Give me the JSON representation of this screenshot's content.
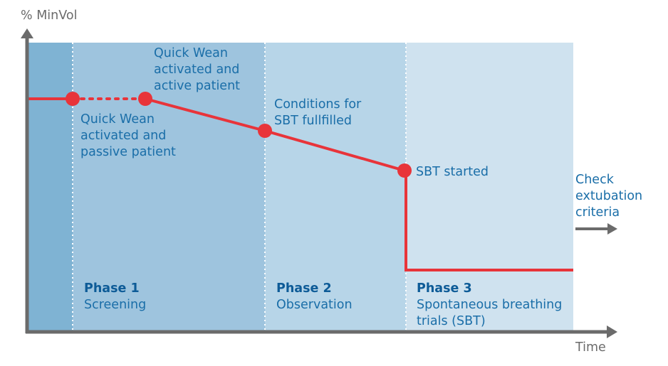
{
  "axes": {
    "y_label": "% MinVol",
    "x_label": "Time"
  },
  "colors": {
    "zone0": "#7fb3d3",
    "zone1": "#9ec4de",
    "zone2": "#b7d5e8",
    "zone3": "#cfe2ef",
    "curve": "#e8343a",
    "axis": "#6b6b6b",
    "text": "#1a6ea8"
  },
  "phases": [
    {
      "title": "Phase 1",
      "lines": [
        "Screening"
      ]
    },
    {
      "title": "Phase 2",
      "lines": [
        "Observation"
      ]
    },
    {
      "title": "Phase 3",
      "lines": [
        "Spontaneous breathing",
        "trials (SBT)"
      ]
    }
  ],
  "events": [
    {
      "lines": [
        "Quick Wean",
        "activated and",
        "passive patient"
      ]
    },
    {
      "lines": [
        "Quick Wean",
        "activated and",
        "active patient"
      ]
    },
    {
      "lines": [
        "Conditions for",
        "SBT fullfilled"
      ]
    },
    {
      "lines": [
        "SBT started"
      ]
    }
  ],
  "outcome": {
    "lines": [
      "Check",
      "extubation",
      "criteria"
    ]
  }
}
